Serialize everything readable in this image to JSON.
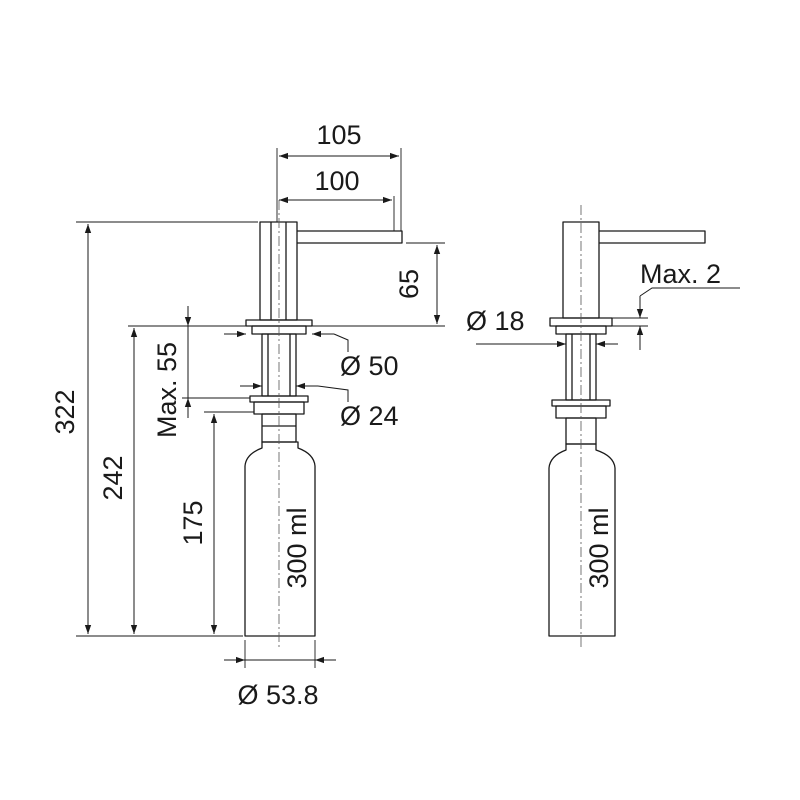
{
  "dimensions": {
    "width_overall": "105",
    "spout_length": "100",
    "head_height": "65",
    "total_height": "322",
    "below_counter_height": "242",
    "max_counter_thickness": "Max. 55",
    "bottle_height": "175",
    "flange_diameter": "Ø 50",
    "hole_diameter": "Ø 24",
    "bottle_diameter": "Ø 53.8",
    "stem_diameter": "Ø 18",
    "max_gap": "Max. 2"
  },
  "bottle": {
    "capacity_left": "300 ml",
    "capacity_right": "300 ml"
  },
  "colors": {
    "line": "#1a1a1a",
    "background": "#ffffff"
  }
}
